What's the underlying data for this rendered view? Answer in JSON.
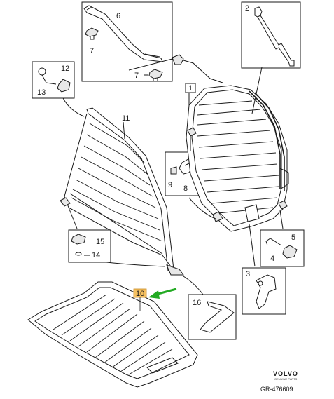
{
  "callouts": {
    "c1": "1",
    "c2": "2",
    "c3": "3",
    "c4": "4",
    "c5": "5",
    "c6": "6",
    "c7a": "7",
    "c7b": "7",
    "c7c": "7",
    "c8": "8",
    "c9": "9",
    "c10": "10",
    "c11": "11",
    "c12": "12",
    "c13": "13",
    "c14": "14",
    "c15": "15",
    "c16": "16"
  },
  "brand": {
    "name": "VOLVO",
    "subline": "GENUINE PARTS"
  },
  "reference": "GR-476609",
  "colors": {
    "line": "#1a1a1a",
    "highlight": "#f5c060",
    "arrow": "#22aa22"
  }
}
